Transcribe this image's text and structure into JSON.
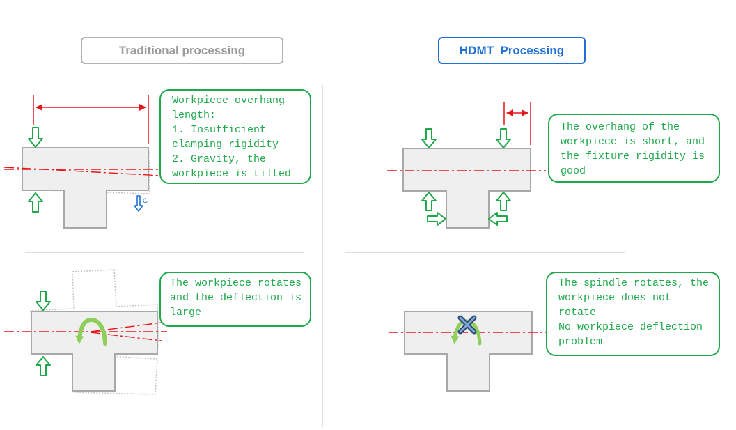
{
  "headers": {
    "traditional": "Traditional processing",
    "hdmt": "HDMT  Processing"
  },
  "notes": {
    "overhang_long": "Workpiece overhang\nlength:\n1. Insufficient\nclamping rigidity\n2. Gravity, the\nworkpiece is tilted",
    "overhang_short": "The overhang of the\nworkpiece is short, and\nthe fixture rigidity is\ngood",
    "rotates_deflection": "The workpiece rotates\nand the deflection is\nlarge",
    "spindle_rotates": "The spindle rotates, the\nworkpiece does not\nrotate\nNo workpiece deflection\nproblem"
  },
  "labels": {
    "gravity": "G"
  },
  "colors": {
    "note_green": "#1fa84a",
    "arrow_green": "#1fa84a",
    "axis_red": "#e8141b",
    "hdmt_blue": "#1f6fd6",
    "header_gray": "#b3b3b3",
    "part_fill": "#efefef",
    "part_stroke": "#a8a8a8",
    "rotation_arrow": "#8fce5a"
  }
}
